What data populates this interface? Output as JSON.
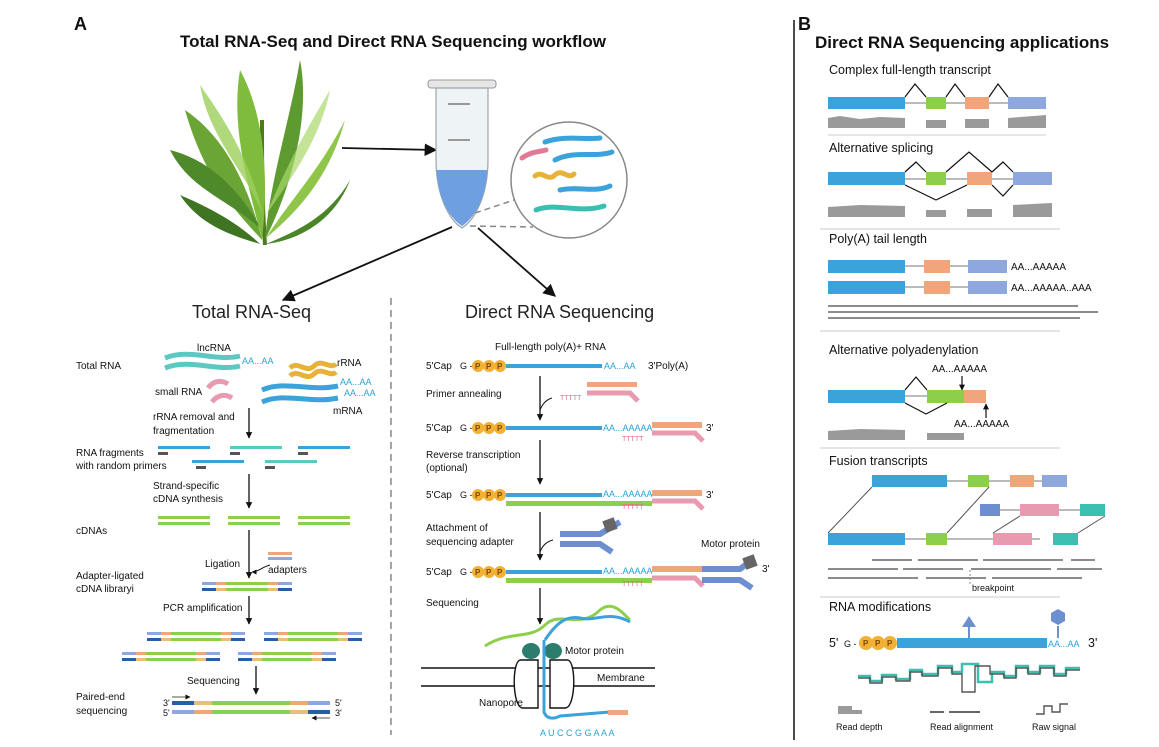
{
  "panel_a": {
    "letter": "A",
    "title": "Total RNA-Seq and Direct RNA Sequencing workflow",
    "left_title": "Total RNA-Seq",
    "right_title": "Direct RNA Sequencing",
    "left_steps": {
      "total_rna": "Total RNA",
      "lncrna": "lncRNA",
      "rrna": "rRNA",
      "small_rna": "small RNA",
      "mrna": "mRNA",
      "aa_short": "AA...AA",
      "rrna_removal_1": "rRNA removal and",
      "rrna_removal_2": "fragmentation",
      "fragments_1": "RNA fragments",
      "fragments_2": "with random primers",
      "cdna_synth_1": "Strand-specific",
      "cdna_synth_2": "cDNA synthesis",
      "cdnas": "cDNAs",
      "ligation": "Ligation",
      "adapters": "adapters",
      "adapter_lib_1": "Adapter-ligated",
      "adapter_lib_2": "cDNA libraryi",
      "pcr": "PCR amplification",
      "sequencing": "Sequencing",
      "paired_1": "Paired-end",
      "paired_2": "sequencing",
      "three_prime": "3'",
      "five_prime": "5'"
    },
    "right_steps": {
      "full_length": "Full-length poly(A)+ RNA",
      "five_cap": "5'Cap",
      "g": "G -",
      "p": "P",
      "aa_short": "AA...AA",
      "aa_long": "AA...AAAAA",
      "three_polya": "3'Poly(A)",
      "three_prime": "3'",
      "ttt": "TTTTT",
      "primer_annealing": "Primer annealing",
      "rt_1": "Reverse transcription",
      "rt_2": "(optional)",
      "attach_1": "Attachment of",
      "attach_2": "sequencing adapter",
      "motor_protein": "Motor protein",
      "sequencing": "Sequencing",
      "membrane": "Membrane",
      "nanopore": "Nanopore",
      "bases": "A U C C G G A A A"
    }
  },
  "panel_b": {
    "letter": "B",
    "title": "Direct RNA Sequencing applications",
    "apps": [
      "Complex full-length transcript",
      "Alternative splicing",
      "Poly(A) tail length",
      "Alternative polyadenylation",
      "Fusion transcripts",
      "RNA modifications"
    ],
    "polya_1": "AA...AAAAA",
    "polya_2": "AA...AAAAA..AAA",
    "apa_1": "AA...AAAAA",
    "apa_2": "AA...AAAAA",
    "breakpoint": "breakpoint",
    "mod_five": "5'",
    "mod_g": "G -",
    "mod_aa": "AA...AA",
    "mod_three": "3'",
    "legend_depth": "Read depth",
    "legend_alignment": "Read alignment",
    "legend_signal": "Raw signal"
  },
  "colors": {
    "blue": "#3ba3d9",
    "green": "#8ccf4a",
    "salmon": "#f0a67a",
    "periwinkle": "#8ea7dc",
    "pink": "#e89ab0",
    "teal": "#3bbfb0",
    "yellow": "#e8b23a",
    "gray": "#9a9a9a"
  }
}
